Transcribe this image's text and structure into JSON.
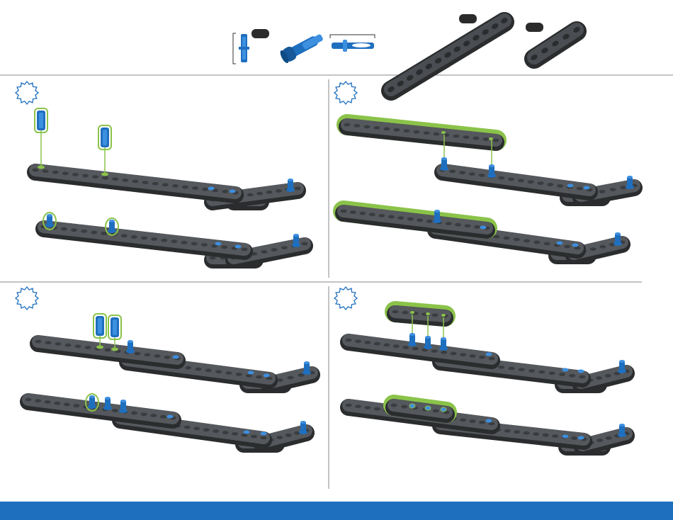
{
  "page": {
    "background": "#ffffff",
    "footer_color": "#1f6fbf",
    "divider_color": "#888888"
  },
  "colors": {
    "beam_dark": "#3a3d40",
    "beam_top": "#55585c",
    "beam_hole": "#2a2c2e",
    "pin_blue": "#1f6fbf",
    "pin_light": "#3d8fe0",
    "highlight_green": "#8bc34a",
    "step_badge": "#1f6fbf",
    "count_badge": "#2b2b2b"
  },
  "parts_list": {
    "items": [
      {
        "kind": "pin-icon",
        "count_label": ""
      },
      {
        "kind": "standoff-pin-icon",
        "count_label": ""
      },
      {
        "kind": "long-pin-icon",
        "count_label": ""
      },
      {
        "kind": "long-beam-icon",
        "count_label": ""
      },
      {
        "kind": "short-beam-icon",
        "count_label": ""
      }
    ]
  },
  "steps": [
    {
      "id": 1,
      "number_label": "",
      "icon": "step-starburst-icon"
    },
    {
      "id": 2,
      "number_label": "",
      "icon": "step-starburst-icon"
    },
    {
      "id": 3,
      "number_label": "",
      "icon": "step-starburst-icon"
    },
    {
      "id": 4,
      "number_label": "",
      "icon": "step-starburst-icon"
    }
  ]
}
